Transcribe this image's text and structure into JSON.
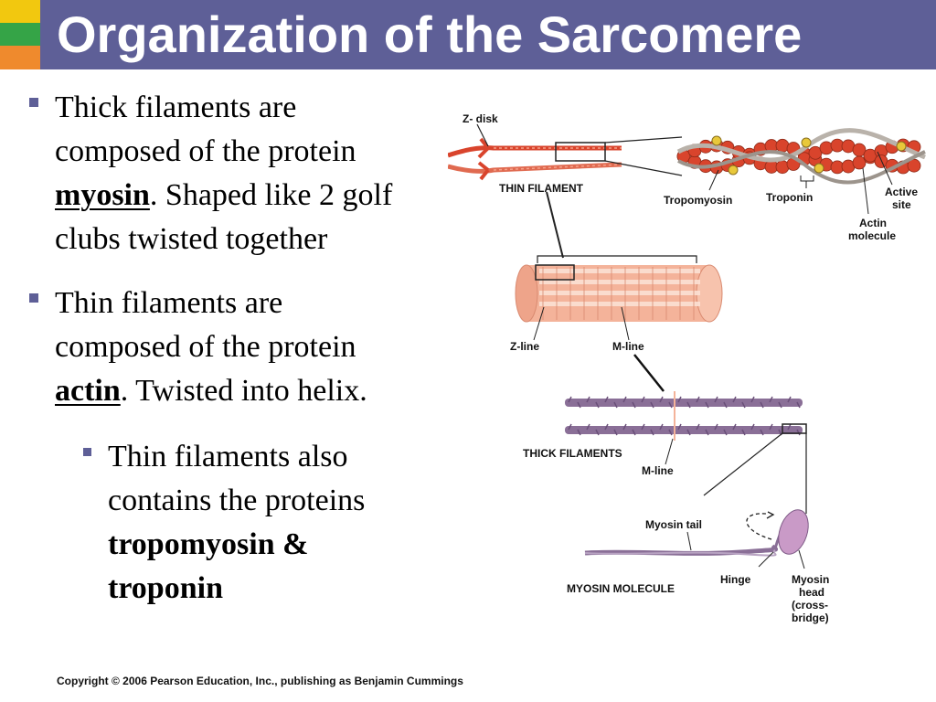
{
  "title": "Organization of the Sarcomere",
  "bullets": [
    {
      "lines": [
        "Thick filaments are",
        "composed of the protein"
      ],
      "keyword": "myosin",
      "after_keyword": ". Shaped like 2 golf",
      "last_line": "clubs twisted together"
    },
    {
      "lines": [
        "Thin filaments are",
        "composed of the protein"
      ],
      "keyword": "actin",
      "after_keyword": ". Twisted into helix."
    }
  ],
  "sub_bullet": {
    "lines": [
      "Thin filaments also",
      "contains the proteins"
    ],
    "bold_lines": [
      "tropomyosin &",
      "troponin"
    ]
  },
  "figure": {
    "labels": {
      "z_disk": "Z- disk",
      "thin_filament": "THIN FILAMENT",
      "tropomyosin": "Tropomyosin",
      "troponin": "Troponin",
      "active_site_1": "Active",
      "active_site_2": "site",
      "actin_molecule_1": "Actin",
      "actin_molecule_2": "molecule",
      "z_line": "Z-line",
      "m_line": "M-line",
      "thick_filaments": "THICK FILAMENTS",
      "m_line_2": "M-line",
      "myosin_tail": "Myosin tail",
      "hinge": "Hinge",
      "myosin_molecule": "MYOSIN MOLECULE",
      "myosin_head_1": "Myosin",
      "myosin_head_2": "head",
      "myosin_head_3": "(cross-",
      "myosin_head_4": "bridge)"
    },
    "colors": {
      "actin": "#d9442c",
      "tropomyosin": "#b9b2aa",
      "troponin": "#e8c83a",
      "fiber": "#f4b39a",
      "myosin": "#8a6f97",
      "myosin_head": "#c99ac7"
    }
  },
  "copyright": "Copyright © 2006 Pearson Education, Inc., publishing as Benjamin Cummings",
  "colors": {
    "title_bar": "#5e5f97",
    "accent_yellow": "#f2c80f",
    "accent_green": "#35a447",
    "accent_orange": "#ef8a2d"
  }
}
